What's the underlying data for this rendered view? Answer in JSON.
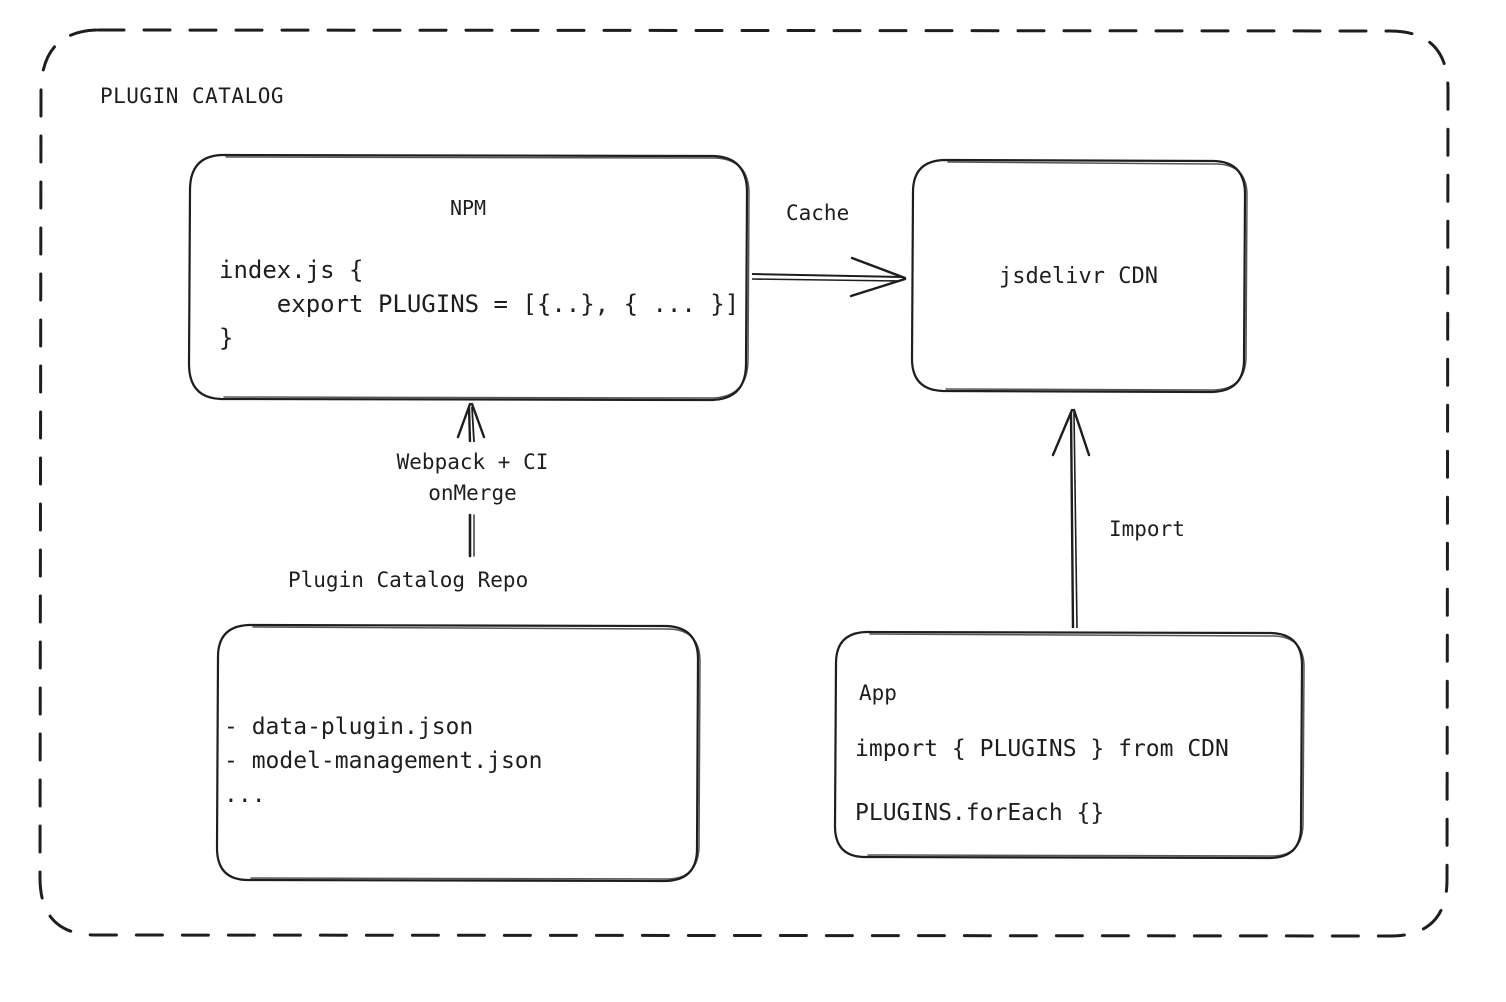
{
  "diagram": {
    "group": {
      "title": "PLUGIN CATALOG",
      "border_style": "dashed",
      "stroke": "#1e1e1e"
    },
    "nodes": {
      "npm": {
        "title": "NPM",
        "code_lines": [
          "index.js {",
          "    export PLUGINS = [{..}, { ... }]",
          "}"
        ]
      },
      "cdn": {
        "title": "jsdelivr CDN"
      },
      "repo": {
        "caption": "Plugin Catalog Repo",
        "lines": [
          "- data-plugin.json",
          "- model-management.json",
          "..."
        ]
      },
      "app": {
        "title": "App",
        "lines": [
          "import { PLUGINS } from CDN",
          "PLUGINS.forEach {}"
        ]
      }
    },
    "edges": {
      "cache": {
        "label": "Cache",
        "from": "npm",
        "to": "cdn",
        "direction": "right"
      },
      "build": {
        "label_line1": "Webpack + CI",
        "label_line2": "onMerge",
        "from": "repo",
        "to": "npm",
        "direction": "up"
      },
      "import": {
        "label": "Import",
        "from": "app",
        "to": "cdn",
        "direction": "up"
      }
    },
    "colors": {
      "stroke": "#1e1e1e",
      "text": "#1e1e1e",
      "background": "#ffffff"
    }
  }
}
